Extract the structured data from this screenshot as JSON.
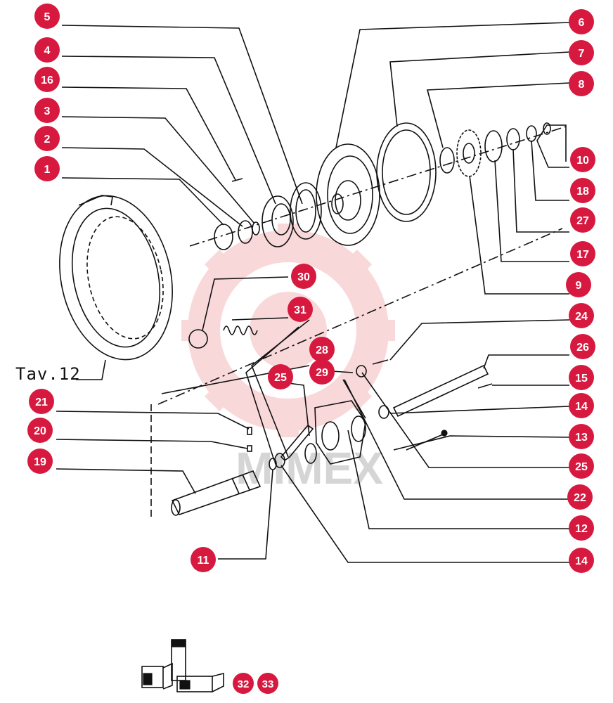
{
  "diagram": {
    "table_label": "Tav.12",
    "watermark_text": "MIMEX",
    "badge_color": "#d7193f",
    "badge_text_color": "#ffffff",
    "callouts": [
      {
        "id": "c-5",
        "label": "5"
      },
      {
        "id": "c-4",
        "label": "4"
      },
      {
        "id": "c-16",
        "label": "16"
      },
      {
        "id": "c-3",
        "label": "3"
      },
      {
        "id": "c-2",
        "label": "2"
      },
      {
        "id": "c-1",
        "label": "1"
      },
      {
        "id": "c-6",
        "label": "6"
      },
      {
        "id": "c-7",
        "label": "7"
      },
      {
        "id": "c-8",
        "label": "8"
      },
      {
        "id": "c-10",
        "label": "10"
      },
      {
        "id": "c-18",
        "label": "18"
      },
      {
        "id": "c-27",
        "label": "27"
      },
      {
        "id": "c-17",
        "label": "17"
      },
      {
        "id": "c-9",
        "label": "9"
      },
      {
        "id": "c-30",
        "label": "30"
      },
      {
        "id": "c-31",
        "label": "31"
      },
      {
        "id": "c-24",
        "label": "24"
      },
      {
        "id": "c-26",
        "label": "26"
      },
      {
        "id": "c-28",
        "label": "28"
      },
      {
        "id": "c-29",
        "label": "29"
      },
      {
        "id": "c-25a",
        "label": "25"
      },
      {
        "id": "c-15",
        "label": "15"
      },
      {
        "id": "c-14a",
        "label": "14"
      },
      {
        "id": "c-21",
        "label": "21"
      },
      {
        "id": "c-20",
        "label": "20"
      },
      {
        "id": "c-13",
        "label": "13"
      },
      {
        "id": "c-19",
        "label": "19"
      },
      {
        "id": "c-25b",
        "label": "25"
      },
      {
        "id": "c-22",
        "label": "22"
      },
      {
        "id": "c-12",
        "label": "12"
      },
      {
        "id": "c-11",
        "label": "11"
      },
      {
        "id": "c-14b",
        "label": "14"
      },
      {
        "id": "c-32",
        "label": "32"
      },
      {
        "id": "c-33",
        "label": "33"
      }
    ]
  }
}
